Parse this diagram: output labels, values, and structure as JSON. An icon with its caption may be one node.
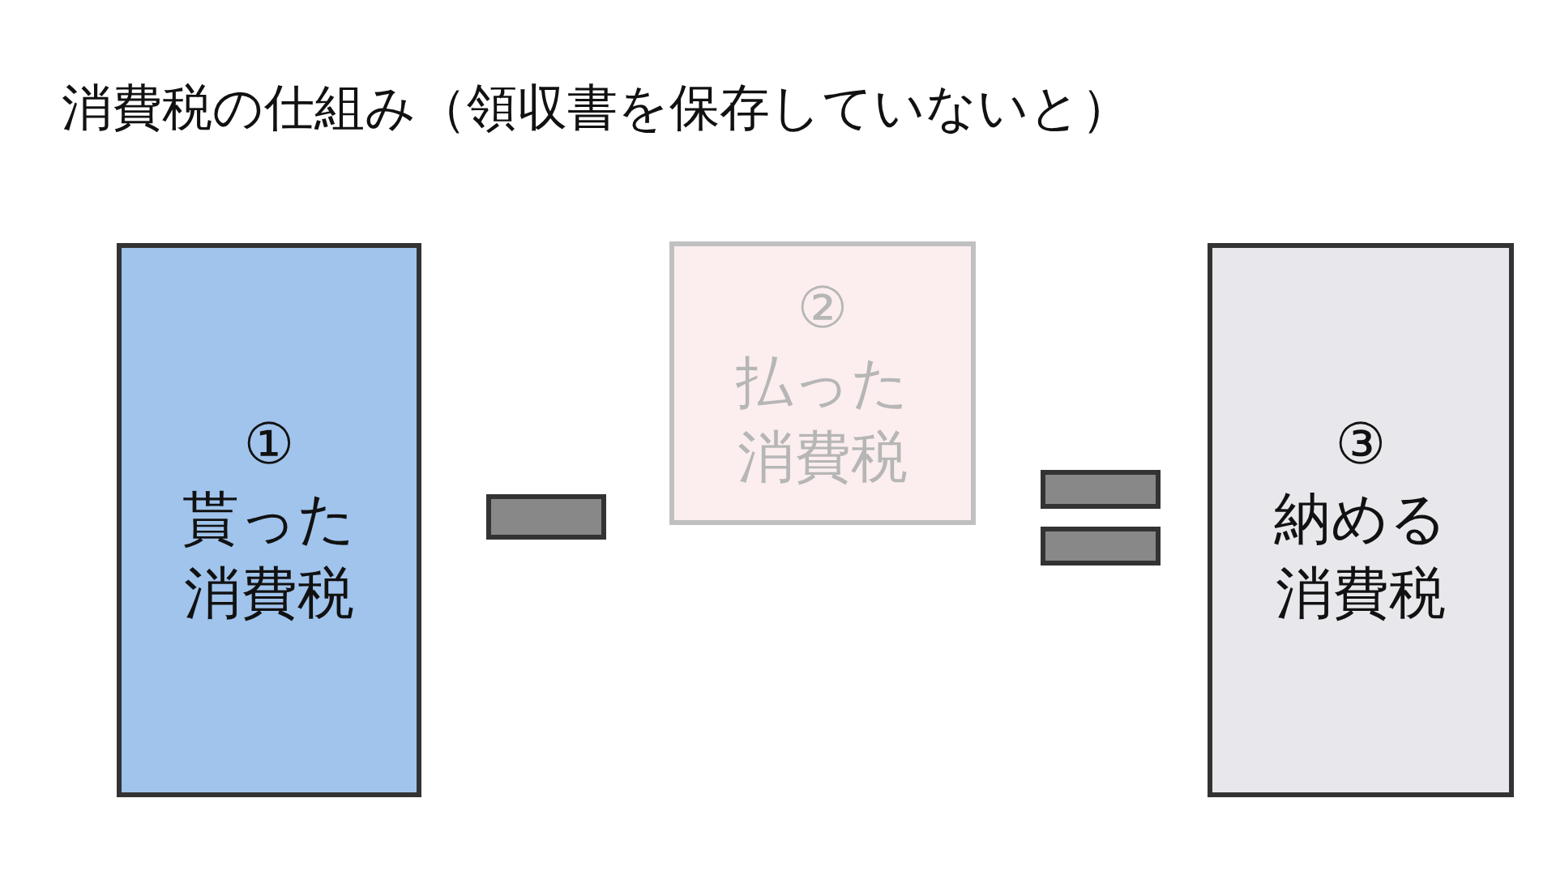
{
  "diagram": {
    "title": "消費税の仕組み（領収書を保存していないと）",
    "nodes": [
      {
        "text": [
          "①",
          "貰った消費税"
        ]
      },
      {
        "text": [],
        "shape": "bar"
      },
      {
        "text": [
          "②",
          "払った消費税"
        ]
      },
      {
        "text": [],
        "shape": "bar"
      },
      {
        "text": [],
        "shape": "bar"
      },
      {
        "text": [
          "③",
          "納める消費税"
        ]
      }
    ]
  }
}
